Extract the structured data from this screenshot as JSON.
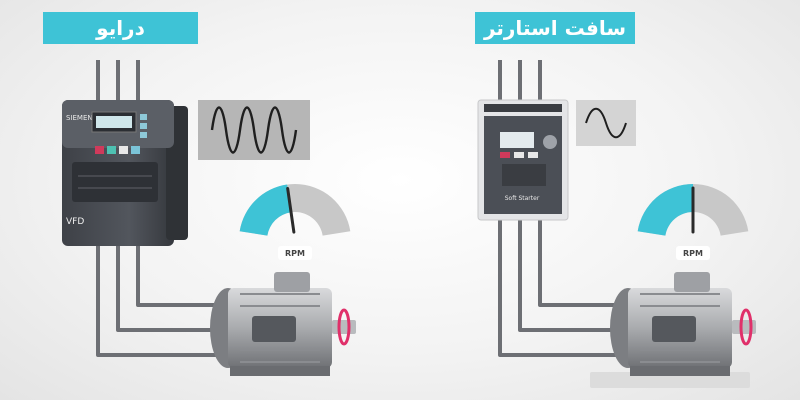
{
  "drive": {
    "title": "درایو",
    "brand": "SIEMENS",
    "model_label": "VFD",
    "waveform": "sine-wave-high-frequency-icon"
  },
  "soft_starter": {
    "title": "سافت استارتر",
    "device_label": "Soft Starter",
    "waveform": "sine-wave-single-cycle-icon"
  },
  "gauges": {
    "left_label": "RPM",
    "right_label": "RPM",
    "left_level_fraction": 0.45,
    "right_level_fraction": 0.5
  },
  "colors": {
    "accent": "#3ec3d6",
    "rotation_marker": "#e0306a",
    "wire": "#6d6f74",
    "device_body": "#4a4d54"
  }
}
